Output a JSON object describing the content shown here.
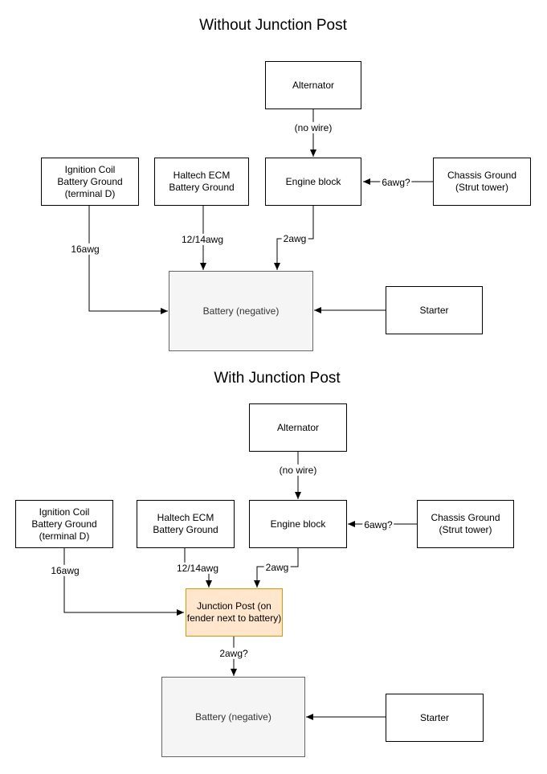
{
  "colors": {
    "background": "#ffffff",
    "node_border": "#000000",
    "node_fill": "#ffffff",
    "battery_fill": "#f5f5f5",
    "battery_border": "#666666",
    "battery_text": "#333333",
    "junction_fill": "#ffe6cc",
    "junction_border": "#d79b00",
    "wire": "#000000"
  },
  "diagram1": {
    "title": "Without Junction Post",
    "nodes": {
      "alternator": "Alternator",
      "ignition_coil": "Ignition Coil Battery Ground (terminal D)",
      "haltech_ecm": "Haltech ECM Battery Ground",
      "engine_block": "Engine block",
      "chassis_ground": "Chassis Ground (Strut tower)",
      "battery": "Battery (negative)",
      "starter": "Starter"
    },
    "wires": {
      "alternator_to_engine": "(no wire)",
      "chassis_to_engine": "6awg?",
      "ignition_to_battery": "16awg",
      "haltech_to_battery": "12/14awg",
      "engine_to_battery": "2awg"
    }
  },
  "diagram2": {
    "title": "With Junction Post",
    "nodes": {
      "alternator": "Alternator",
      "ignition_coil": "Ignition Coil Battery Ground (terminal D)",
      "haltech_ecm": "Haltech ECM Battery Ground",
      "engine_block": "Engine block",
      "chassis_ground": "Chassis Ground (Strut tower)",
      "junction_post": "Junction Post (on fender next to battery)",
      "battery": "Battery (negative)",
      "starter": "Starter"
    },
    "wires": {
      "alternator_to_engine": "(no wire)",
      "chassis_to_engine": "6awg?",
      "ignition_to_junction": "16awg",
      "haltech_to_junction": "12/14awg",
      "engine_to_junction": "2awg",
      "junction_to_battery": "2awg?"
    }
  }
}
